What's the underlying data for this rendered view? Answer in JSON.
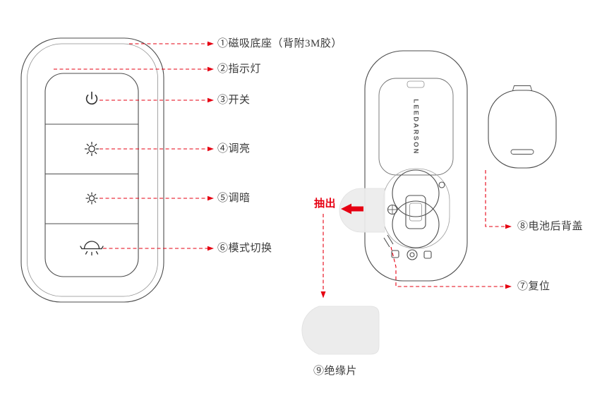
{
  "brand": "LEEDARSON",
  "labels": {
    "magnetic_base": "①磁吸底座（背附3M胶）",
    "indicator_light": "②指示灯",
    "power_switch": "③开关",
    "brighten": "④调亮",
    "dim": "⑤调暗",
    "mode_switch": "⑥模式切换",
    "reset": "⑦复位",
    "battery_back_cover": "⑧电池后背盖",
    "insulation_sheet": "⑨绝缘片",
    "pull_out": "抽出"
  },
  "icons": {
    "power": "power-icon",
    "brightness_up": "brightness-up-icon",
    "brightness_down": "brightness-down-icon",
    "mode": "mode-icon"
  },
  "colors": {
    "outline": "#4d4d4d",
    "outline_light": "#9a9a9a",
    "accent_red": "#e60012",
    "text": "#3a3a3a",
    "insulation_fill": "#ececec"
  }
}
